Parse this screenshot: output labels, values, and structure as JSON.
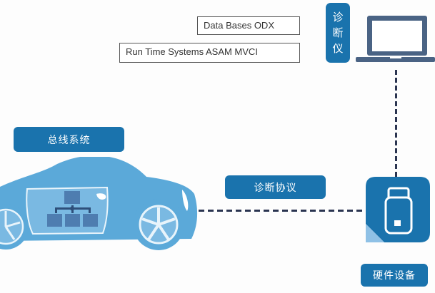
{
  "diagram": {
    "boxes": {
      "odx": "Data Bases ODX",
      "mvci": "Run Time Systems ASAM MVCI"
    },
    "labels": {
      "bus_system": "总线系统",
      "diag_protocol": "诊断协议",
      "hardware": "硬件设备",
      "diag_tool": [
        "诊",
        "断",
        "仪"
      ]
    },
    "icons": {
      "car": "car-icon",
      "laptop": "laptop-icon",
      "vci_device": "vci-device-icon",
      "network": "network-topology-icon"
    },
    "colors": {
      "label_blue": "#1a73ad",
      "car_blue": "#5ba9d9",
      "laptop_gray": "#4a6384",
      "dash": "#2a3450"
    }
  }
}
